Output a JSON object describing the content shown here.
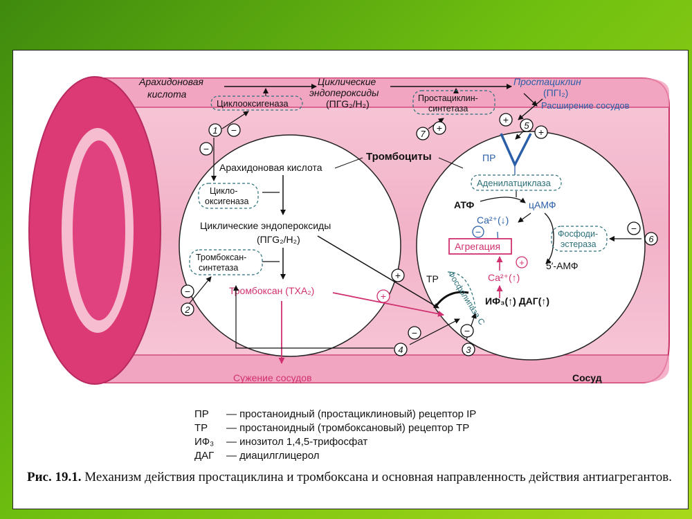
{
  "vessel": {
    "label": "Сосуд",
    "constriction": "Сужение сосудов",
    "dilation": "Расширение сосудов"
  },
  "top_pathway": {
    "arachidonic_acid": [
      "Арахидоновая",
      "кислота"
    ],
    "cyclooxygenase": "Циклооксигеназа",
    "endoperoxides": [
      "Циклические",
      "эндопероксиды"
    ],
    "endoperoxides_formula": "(ПГG₂/H₂)",
    "prostacyclin_synthase": [
      "Простациклин-",
      "синтетаза"
    ],
    "prostacyclin": [
      "Простациклин",
      "(ПГI₂)"
    ]
  },
  "platelets_label": "Тромбоциты",
  "left_cell": {
    "arachidonic_acid": "Арахидоновая кислота",
    "cyclooxygenase": [
      "Цикло-",
      "оксигеназа"
    ],
    "endoperoxides": "Циклические эндопероксиды",
    "endoperoxides_formula": "(ПГG₂/H₂)",
    "thromboxane_synthase": [
      "Тромбоксан-",
      "синтетаза"
    ],
    "thromboxane": "Тромбоксан (ТХА₂)"
  },
  "right_cell": {
    "receptor_ip": "ПР",
    "adenylate_cyclase": "Аденилатциклаза",
    "atp": "АТФ",
    "camp": "цАМФ",
    "calcium_down": "Ca²⁺(↓)",
    "phosphodiesterase": [
      "Фосфоди-",
      "эстераза"
    ],
    "aggregation": "Агрегация",
    "amp": "5′-АМФ",
    "calcium_up": "Ca²⁺(↑)",
    "receptor_tp": "ТР",
    "phospholipase": "Фосфолипаза С",
    "ip3_dag": "ИФ₃(↑) ДАГ(↑)"
  },
  "markers": {
    "numbers": [
      "1",
      "2",
      "3",
      "4",
      "5",
      "6",
      "7"
    ],
    "plus": "+",
    "minus": "−"
  },
  "legend": [
    {
      "abbr": "ПР",
      "text": "— простаноидный (простациклиновый) рецептор IP"
    },
    {
      "abbr": "ТР",
      "text": "— простаноидный (тромбоксановый) рецептор ТР"
    },
    {
      "abbr": "ИФ₃",
      "text": "— инозитол 1,4,5-трифосфат"
    },
    {
      "abbr": "ДАГ",
      "text": "— диацилглицерол"
    }
  ],
  "caption": {
    "label": "Рис. 19.1.",
    "text": "Механизм действия простациклина и тромбоксана и основная направленность действия антиагрегантов."
  },
  "colors": {
    "vessel_outer": "#d8326f",
    "vessel_fill": "#f4b9cd",
    "blue_text": "#2a5fa8",
    "pink_text": "#d0306f",
    "teal_text": "#2a6f78"
  }
}
